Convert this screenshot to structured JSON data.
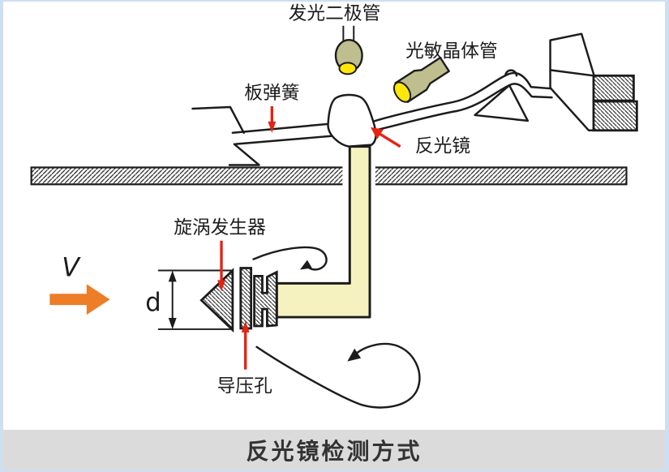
{
  "caption": {
    "text": "反光镜检测方式"
  },
  "labels": {
    "led": "发光二极管",
    "phototransistor": "光敏晶体管",
    "leaf_spring": "板弹簧",
    "mirror": "反光镜",
    "vortex_generator": "旋涡发生器",
    "pressure_hole": "导压孔",
    "velocity": "V",
    "diameter": "d"
  },
  "colors": {
    "ink": "#1c1c1c",
    "red": "#e42313",
    "orange": "#ed7d26",
    "khaki": "#bebe8e",
    "yellow": "#ffe70a",
    "cream": "#f5f2bf",
    "caption_bg": "#dbdbdb",
    "caption_text": "#333333",
    "border_blue": "#cfdff2",
    "bg": "#ffffff"
  }
}
